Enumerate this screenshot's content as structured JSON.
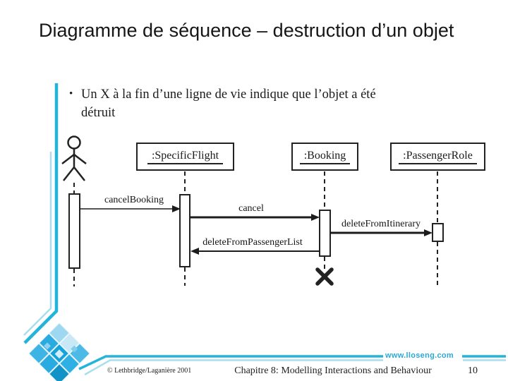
{
  "slide": {
    "title": "Diagramme de séquence – destruction d’un objet",
    "bullet": {
      "marker": "•",
      "line1": "Un X à la fin d’une ligne de vie indique que l’objet a été",
      "line2": "détruit"
    }
  },
  "diagram": {
    "objects": [
      {
        "label": ":SpecificFlight"
      },
      {
        "label": ":Booking"
      },
      {
        "label": ":PassengerRole"
      }
    ],
    "messages": [
      {
        "label": "cancelBooking",
        "from": "actor",
        "to": ":SpecificFlight"
      },
      {
        "label": "cancel",
        "from": ":SpecificFlight",
        "to": ":Booking"
      },
      {
        "label": "deleteFromItinerary",
        "from": ":Booking",
        "to": ":PassengerRole"
      },
      {
        "label": "deleteFromPassengerList",
        "from": ":Booking",
        "to": ":SpecificFlight"
      }
    ],
    "destruction_marker": "✕"
  },
  "footer": {
    "copyright": "© Lethbridge/Laganière 2001",
    "chapter": "Chapitre 8: Modelling Interactions and Behaviour",
    "page_number": "10",
    "website": "www.lloseng.com"
  },
  "colors": {
    "accent_cyan": "#23b4da",
    "accent_light_blue": "#aadded",
    "website_text": "#2aa9d6",
    "diagram_ink": "#222222"
  }
}
